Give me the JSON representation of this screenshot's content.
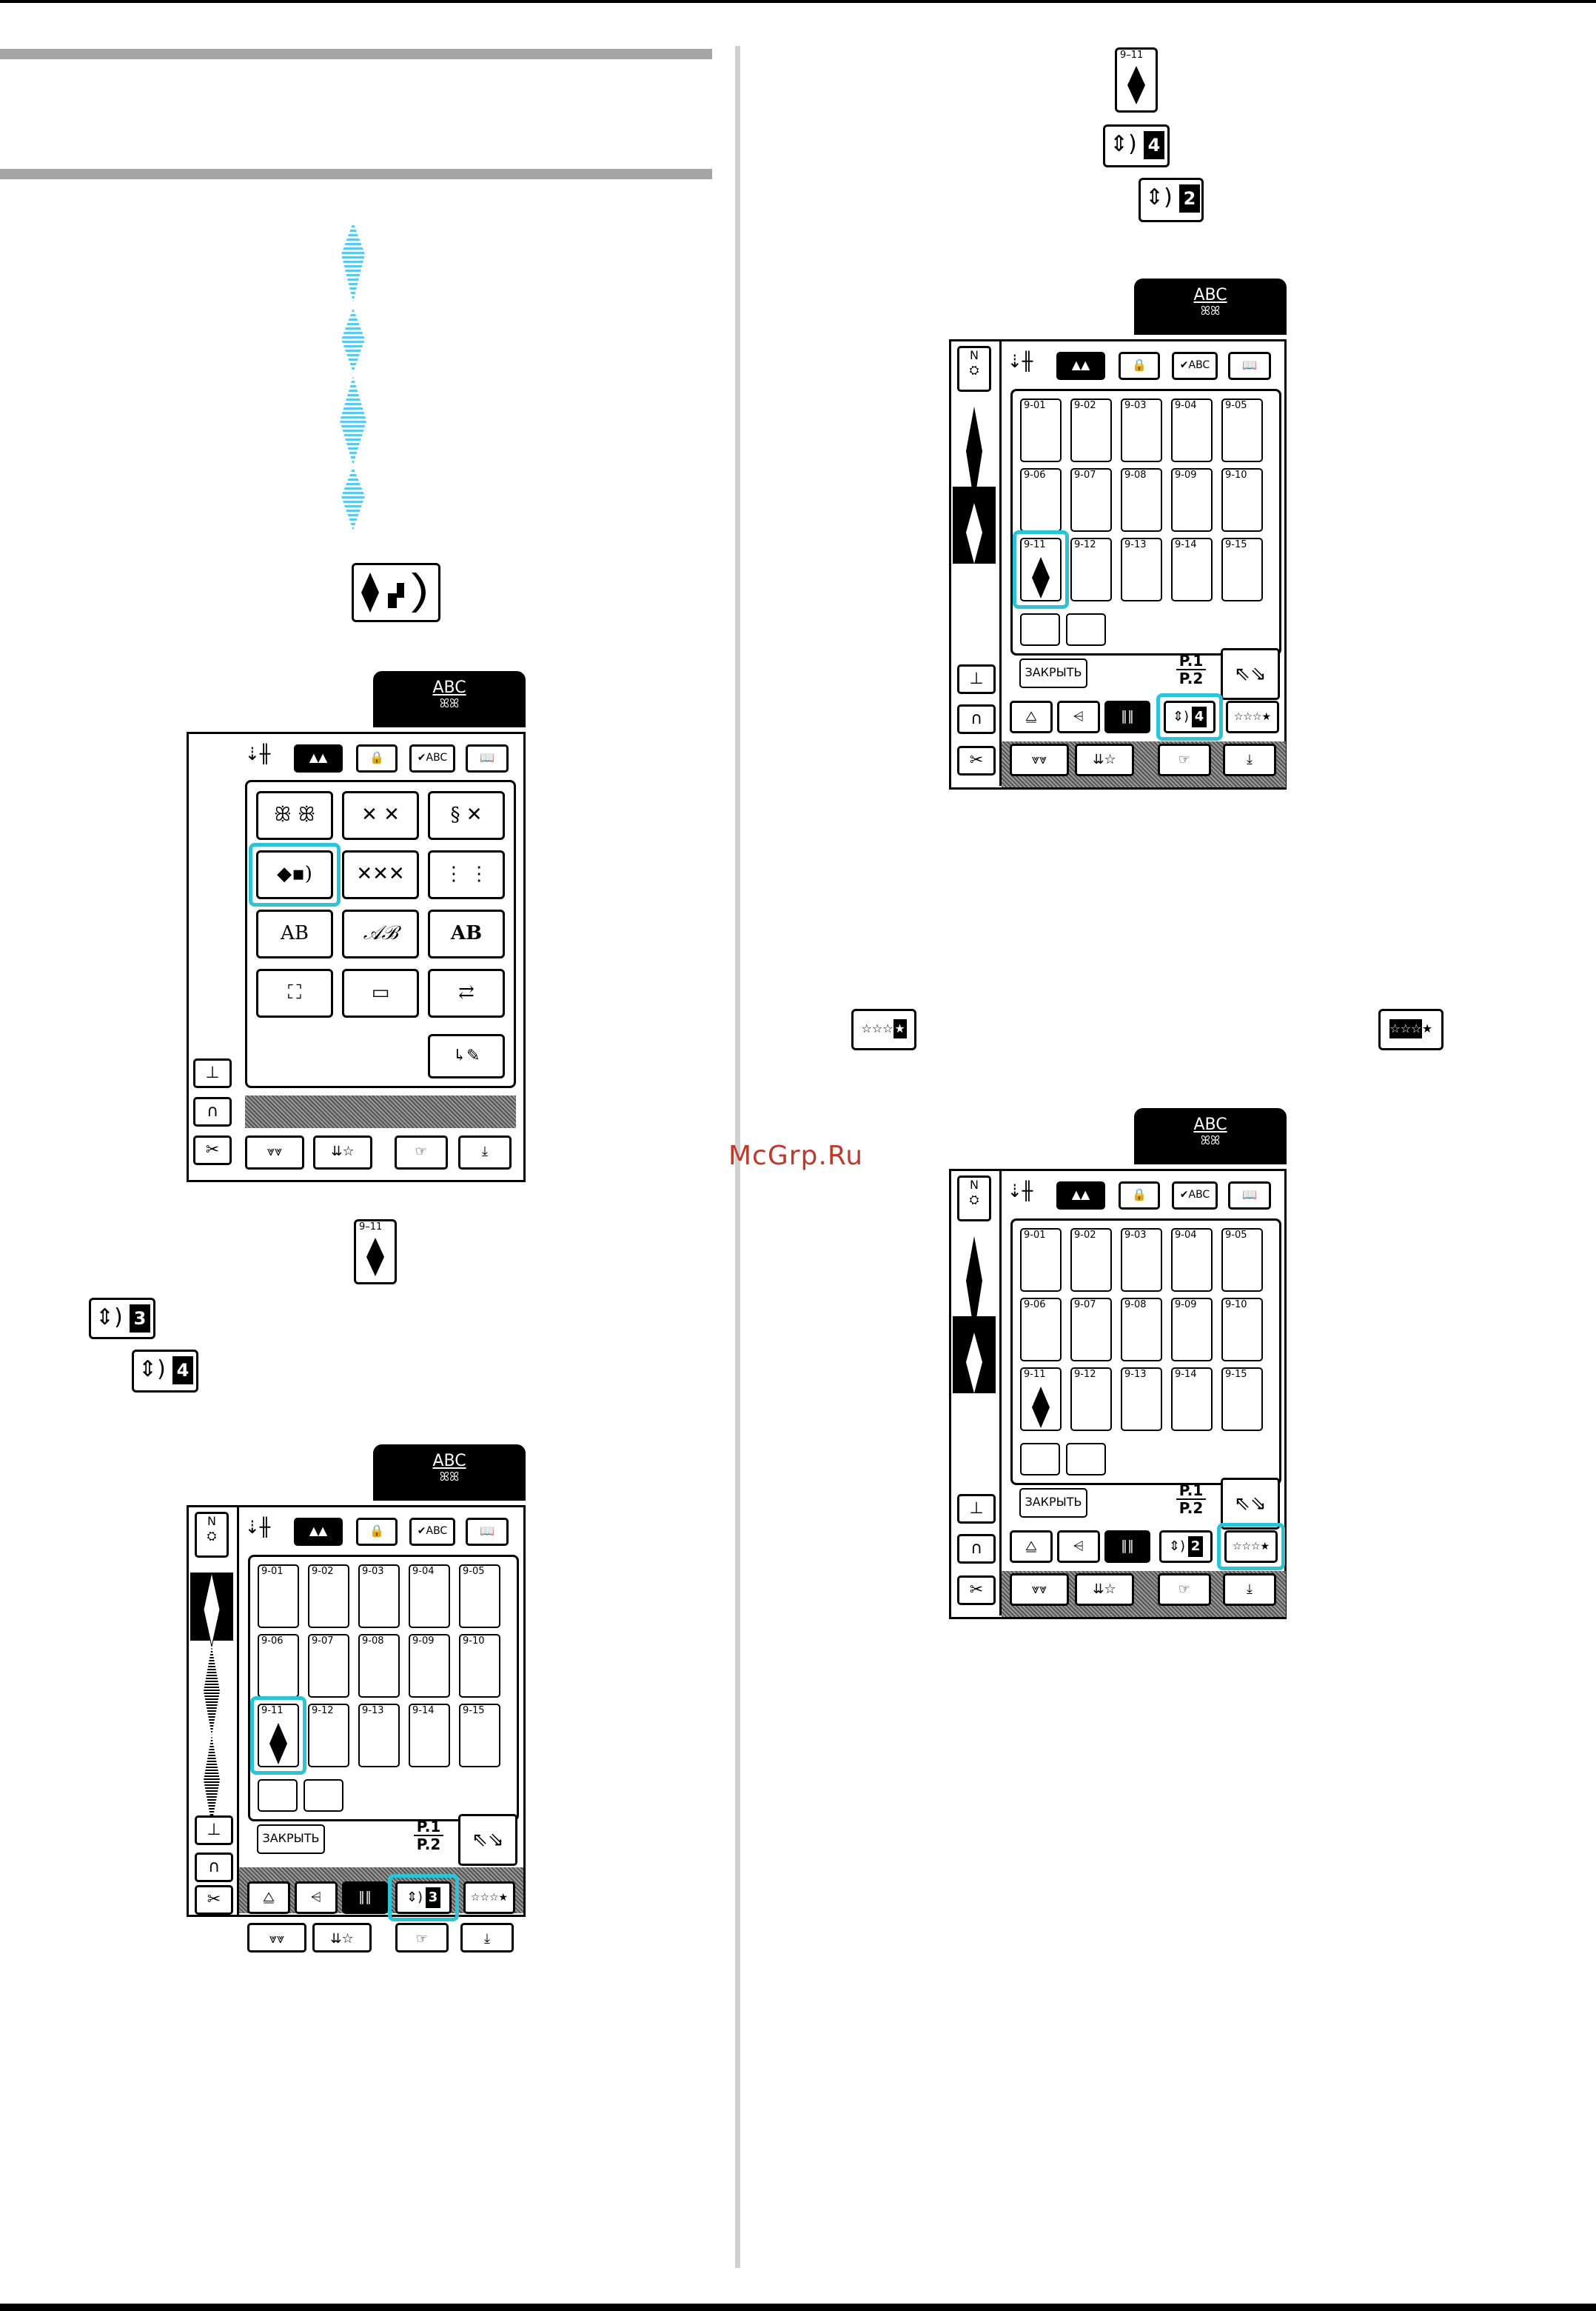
{
  "watermark": "McGrp.Ru",
  "icons": {
    "pattern_9_11": "9–11",
    "badge_4": "4",
    "badge_2": "2",
    "badge_3": "3"
  },
  "panel_common": {
    "tab_line1": "ABC",
    "tab_line2": "ꕤꕤ",
    "close_label": "ЗАКРЫТЬ",
    "page_top": "P.1",
    "page_bottom": "P.2",
    "top_n": "N"
  },
  "panel_category": {
    "cells": [
      "ꕥ ꕥ",
      "✕ ✕",
      "§ ✕",
      "◆▪)",
      "✕✕✕",
      "⋮ ⋮",
      "AB",
      "𝒜ℬ",
      "AB",
      "⛶",
      "▭",
      "⇄"
    ]
  },
  "panel_patterns": {
    "labels": [
      "9-01",
      "9-02",
      "9-03",
      "9-04",
      "9-05",
      "9-06",
      "9-07",
      "9-08",
      "9-09",
      "9-10",
      "9-11",
      "9-12",
      "9-13",
      "9-14",
      "9-15"
    ]
  },
  "colors": {
    "highlight": "#29c4d6",
    "stitch": "#5bc8ee",
    "watermark": "#c0392b",
    "gray_bar": "#a5a5a5"
  }
}
